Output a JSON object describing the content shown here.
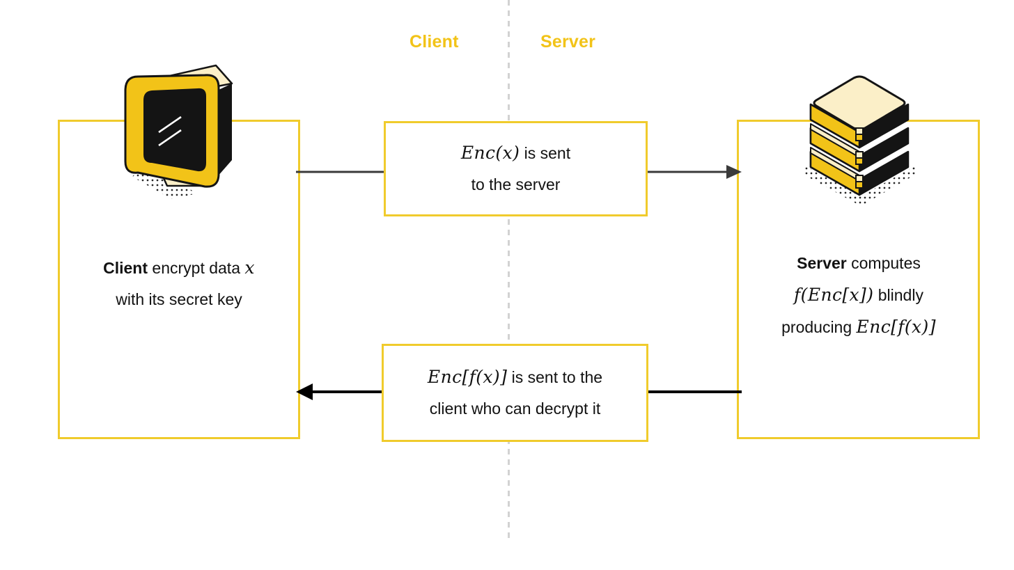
{
  "headers": {
    "client": "Client",
    "server": "Server"
  },
  "colors": {
    "accent_yellow": "#F0CB2C",
    "header_yellow": "#F2C318",
    "cream": "#FBEFC8",
    "black": "#141414",
    "divider_gray": "#D2D2D2",
    "arrow_top": "#3A3A3A",
    "arrow_bottom": "#000000"
  },
  "client_panel": {
    "caption_line1_bold": "Client",
    "caption_line1_rest": " encrypt data ",
    "caption_line1_math": "x",
    "caption_line2": "with its secret key",
    "icon": "desktop-monitor-icon"
  },
  "server_panel": {
    "caption_line1_bold": "Server",
    "caption_line1_rest": " computes",
    "caption_line2_math": "f(Enc[x])",
    "caption_line2_rest": " blindly",
    "caption_line3_rest": "producing ",
    "caption_line3_math": "Enc[f(x)]",
    "icon": "server-stack-icon"
  },
  "messages": [
    {
      "id": "client-to-server",
      "math": "Enc(x)",
      "line1_rest": " is sent",
      "line2": "to the server",
      "arrow_direction": "right",
      "arrow_name": "arrow-client-to-server"
    },
    {
      "id": "server-to-client",
      "math": "Enc[f(x)]",
      "line1_rest": " is sent to the",
      "line2": "client who can decrypt it",
      "arrow_direction": "left",
      "arrow_name": "arrow-server-to-client"
    }
  ]
}
